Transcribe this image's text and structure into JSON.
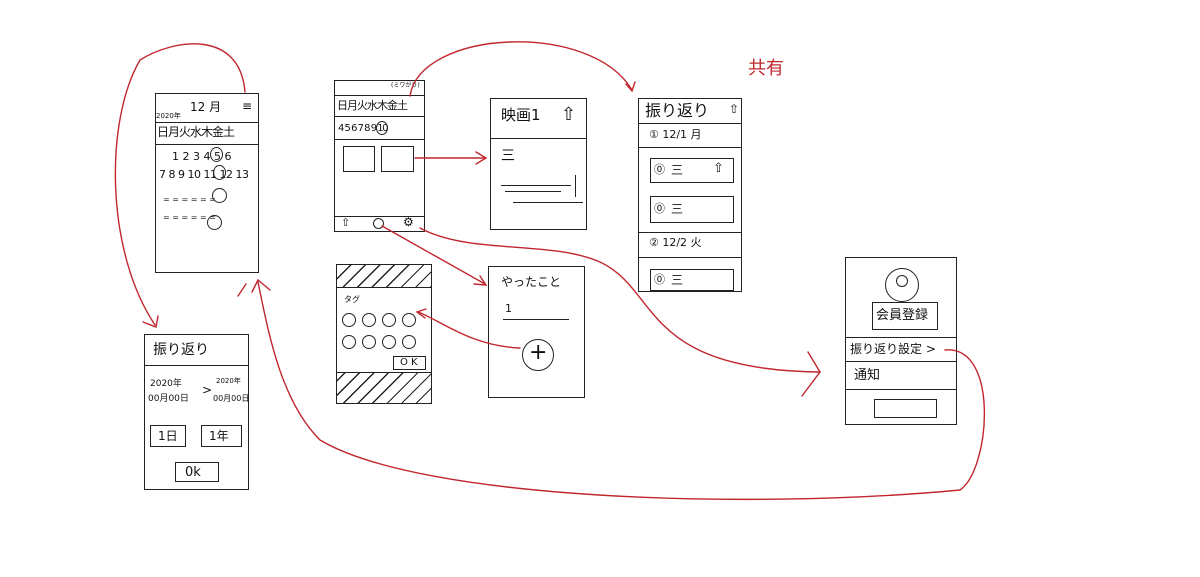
{
  "calendar": {
    "month": "12 月",
    "year": "2020年",
    "menu_icon": "≡",
    "weekdays": "日月火水木金土",
    "row1": "1 2 3 4 5 6",
    "row2": "7 8 9 10 11 12 13",
    "memo_row1": "= = = = = =",
    "memo_row2": "= = = = = ="
  },
  "weekly": {
    "top_label": "(ミワがり)",
    "weekdays": "日月火水木金土",
    "days": "4 5 6 7 8 9 10"
  },
  "movie": {
    "title": "映画1",
    "line": "三"
  },
  "tag_modal": {
    "tag_label": "タグ",
    "ok_label": "O K"
  },
  "done": {
    "title": "やったこと",
    "item": "1"
  },
  "review_list": {
    "title": "振り返り",
    "share_label": "共有",
    "day1": "① 12/1 月",
    "item_text": "三",
    "day2": "② 12/2 火"
  },
  "review_range": {
    "title": "振り返り",
    "from": "2020年",
    "from_date": "00月00日",
    "to": "2020年",
    "to_date": "00月00日",
    "arrow": ">",
    "btn_1day": "1日",
    "btn_1year": "1年",
    "ok_label": "0k"
  },
  "settings": {
    "register_label": "会員登録",
    "review_setting_label": "振り返り設定 >",
    "notify_label": "通知"
  }
}
